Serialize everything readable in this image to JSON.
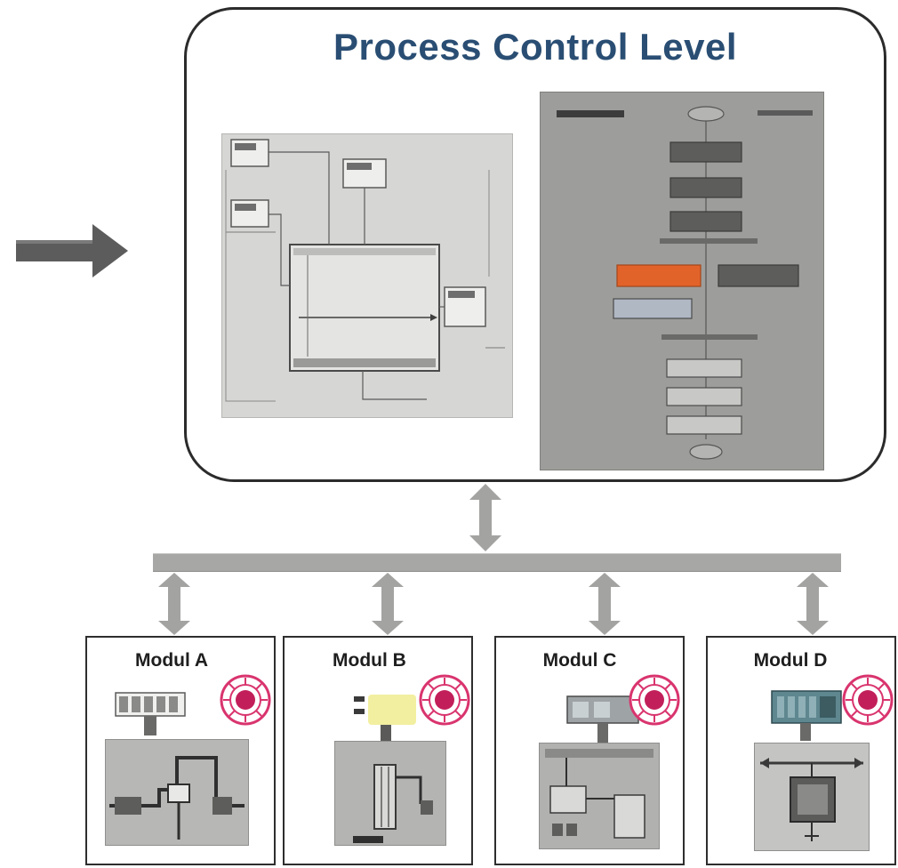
{
  "diagram": {
    "title": "Process Control Level",
    "colors": {
      "title": "#2a4e73",
      "frame": "#2b2b2b",
      "bus": "#a7a8a6",
      "arrow": "#a3a4a2",
      "left_arrow": "#5c5c5c",
      "highlight_block": "#e2632a",
      "gear_ring": "#d9346e",
      "gear_core": "#c21f5a"
    },
    "icons": {
      "left_arrow": "right-arrow-icon",
      "connector": "double-headed-arrow-icon",
      "module_badge": "gear-icon"
    },
    "modules": [
      {
        "name": "Modul A",
        "device_icon": "terminal-block-icon"
      },
      {
        "name": "Modul B",
        "device_icon": "sensor-icon"
      },
      {
        "name": "Modul C",
        "device_icon": "controller-icon"
      },
      {
        "name": "Modul D",
        "device_icon": "plc-icon"
      }
    ]
  }
}
